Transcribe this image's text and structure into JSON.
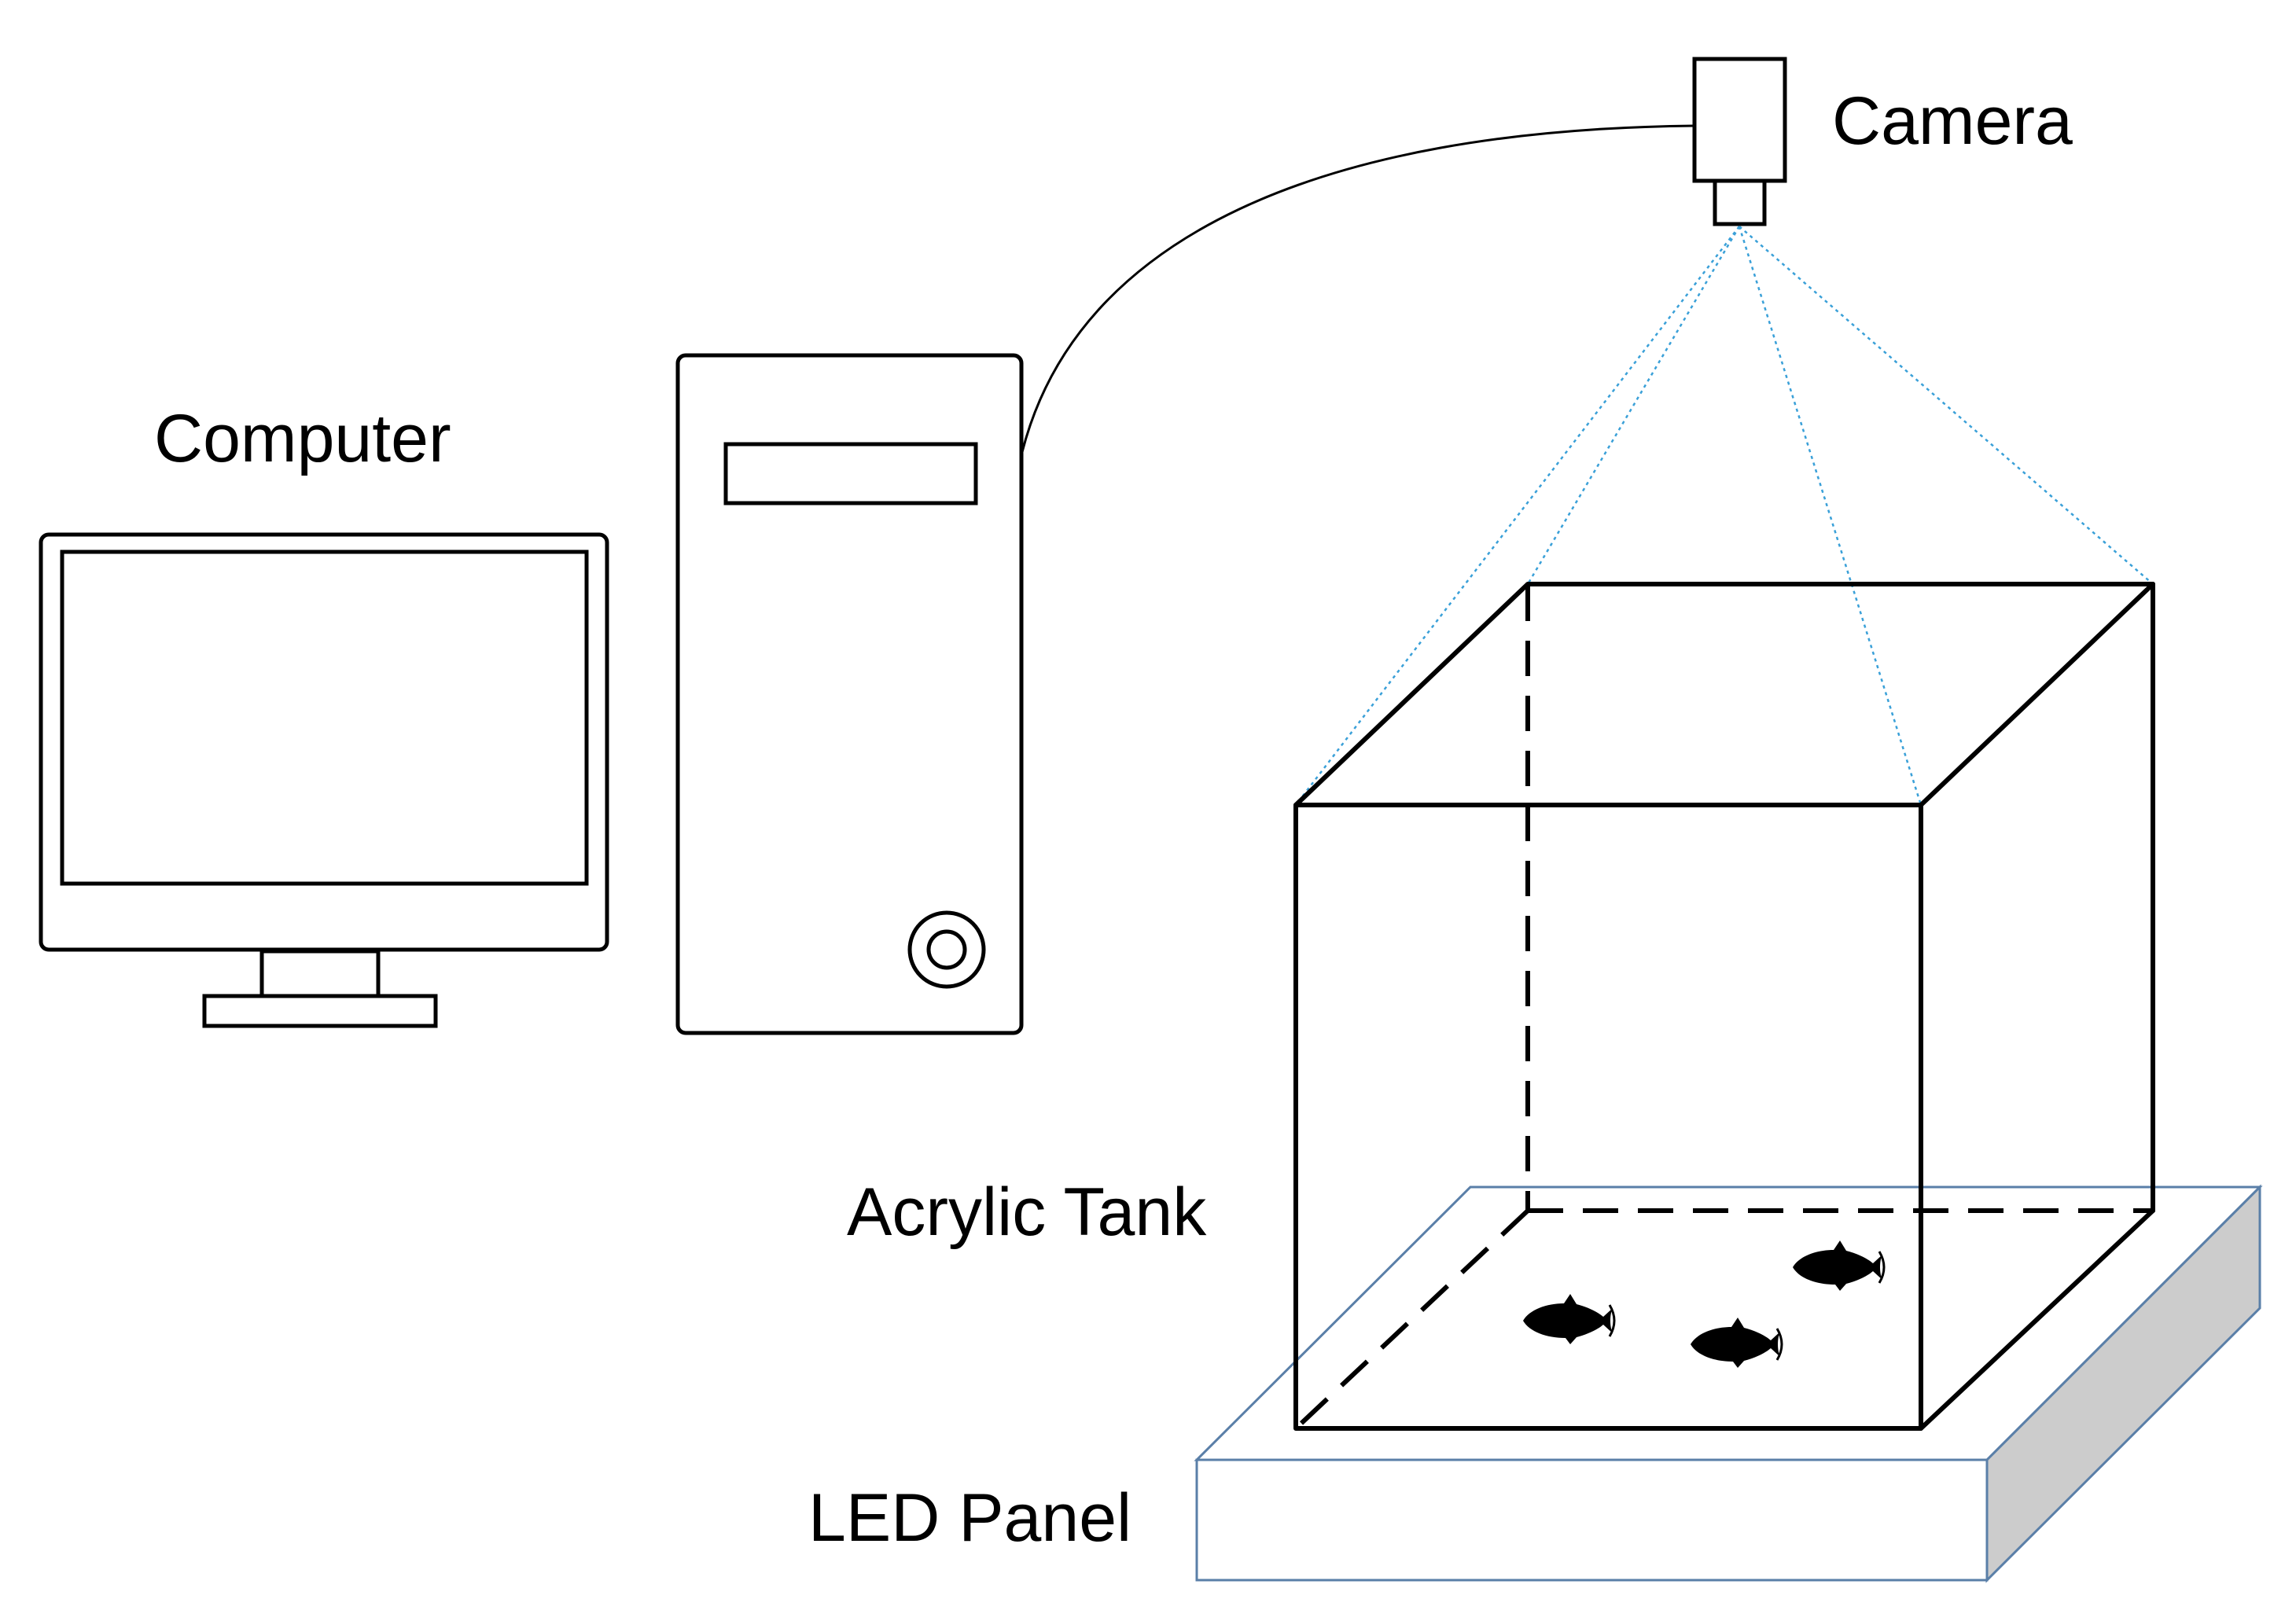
{
  "labels": {
    "camera": "Camera",
    "computer": "Computer",
    "tank": "Acrylic Tank",
    "led_panel": "LED Panel"
  },
  "colors": {
    "outline": "#000000",
    "view_lines": "#3aa0d8",
    "led_panel_edge": "#5a7fa8",
    "led_panel_side": "#cccccc",
    "background": "#ffffff"
  },
  "icons": {
    "camera": "camera-icon",
    "monitor": "monitor-icon",
    "tower": "computer-tower-icon",
    "fish": "fish-icon"
  }
}
